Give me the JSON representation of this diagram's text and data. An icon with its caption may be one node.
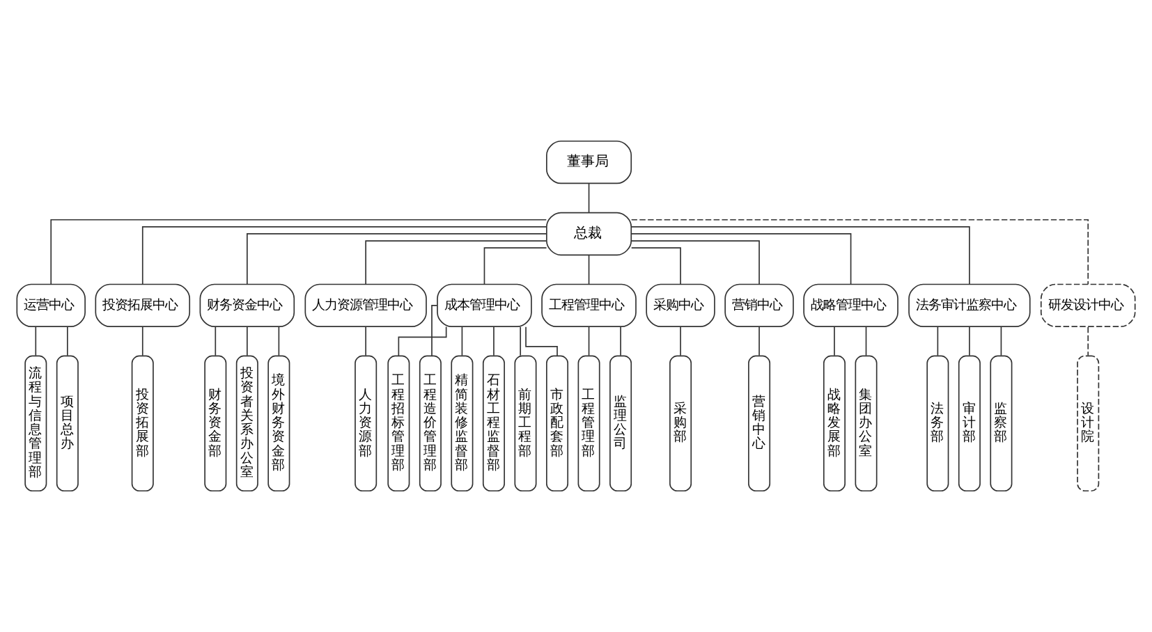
{
  "diagram": {
    "nodes": [
      {
        "text": [
          "董事局"
        ]
      },
      {
        "text": [
          "总裁"
        ]
      },
      {
        "text": [
          "运营中心"
        ]
      },
      {
        "text": [
          "投资拓展中心"
        ]
      },
      {
        "text": [
          "财务资金中心"
        ]
      },
      {
        "text": [
          "人力资源管理中心"
        ]
      },
      {
        "text": [
          "成本管理中心"
        ]
      },
      {
        "text": [
          "工程管理中心"
        ]
      },
      {
        "text": [
          "采购中心"
        ]
      },
      {
        "text": [
          "营销中心"
        ]
      },
      {
        "text": [
          "战略管理中心"
        ]
      },
      {
        "text": [
          "法务审计监察中心"
        ]
      },
      {
        "text": [
          "研发设计中心"
        ]
      },
      {
        "text": [
          "流程与信息管理部"
        ]
      },
      {
        "text": [
          "项目总办"
        ]
      },
      {
        "text": [
          "投资拓展部"
        ]
      },
      {
        "text": [
          "财务资金部"
        ]
      },
      {
        "text": [
          "投资者关系办公室"
        ]
      },
      {
        "text": [
          "境外财务资金部"
        ]
      },
      {
        "text": [
          "人力资源部"
        ]
      },
      {
        "text": [
          "工程招标管理部"
        ]
      },
      {
        "text": [
          "工程造价管理部"
        ]
      },
      {
        "text": [
          "精简装修监督部"
        ]
      },
      {
        "text": [
          "石材工程监督部"
        ]
      },
      {
        "text": [
          "前期工程部"
        ]
      },
      {
        "text": [
          "市政配套部"
        ]
      },
      {
        "text": [
          "工程管理部"
        ]
      },
      {
        "text": [
          "监理公司"
        ]
      },
      {
        "text": [
          "采购部"
        ]
      },
      {
        "text": [
          "营销中心"
        ]
      },
      {
        "text": [
          "战略发展部"
        ]
      },
      {
        "text": [
          "集团办公室"
        ]
      },
      {
        "text": [
          "法务部"
        ]
      },
      {
        "text": [
          "审计部"
        ]
      },
      {
        "text": [
          "监察部"
        ]
      },
      {
        "text": [
          "设计院"
        ]
      }
    ],
    "edges": [
      {
        "from": 0,
        "to": 1,
        "arrow": "none"
      },
      {
        "from": 1,
        "to": 2,
        "arrow": "none"
      },
      {
        "from": 1,
        "to": 3,
        "arrow": "none"
      },
      {
        "from": 1,
        "to": 4,
        "arrow": "none"
      },
      {
        "from": 1,
        "to": 5,
        "arrow": "none"
      },
      {
        "from": 1,
        "to": 6,
        "arrow": "none"
      },
      {
        "from": 1,
        "to": 7,
        "arrow": "none"
      },
      {
        "from": 1,
        "to": 8,
        "arrow": "none"
      },
      {
        "from": 1,
        "to": 9,
        "arrow": "none"
      },
      {
        "from": 1,
        "to": 10,
        "arrow": "none"
      },
      {
        "from": 1,
        "to": 11,
        "arrow": "none"
      },
      {
        "from": 1,
        "to": 12,
        "arrow": "none",
        "style": "dashed"
      },
      {
        "from": 2,
        "to": 13,
        "arrow": "none"
      },
      {
        "from": 2,
        "to": 14,
        "arrow": "none"
      },
      {
        "from": 3,
        "to": 15,
        "arrow": "none"
      },
      {
        "from": 4,
        "to": 16,
        "arrow": "none"
      },
      {
        "from": 4,
        "to": 17,
        "arrow": "none"
      },
      {
        "from": 4,
        "to": 18,
        "arrow": "none"
      },
      {
        "from": 5,
        "to": 19,
        "arrow": "none"
      },
      {
        "from": 6,
        "to": 20,
        "arrow": "none"
      },
      {
        "from": 6,
        "to": 21,
        "arrow": "none"
      },
      {
        "from": 6,
        "to": 22,
        "arrow": "none"
      },
      {
        "from": 6,
        "to": 23,
        "arrow": "none"
      },
      {
        "from": 6,
        "to": 24,
        "arrow": "none"
      },
      {
        "from": 6,
        "to": 25,
        "arrow": "none"
      },
      {
        "from": 7,
        "to": 26,
        "arrow": "none"
      },
      {
        "from": 7,
        "to": 27,
        "arrow": "none"
      },
      {
        "from": 8,
        "to": 28,
        "arrow": "none"
      },
      {
        "from": 9,
        "to": 29,
        "arrow": "none"
      },
      {
        "from": 10,
        "to": 30,
        "arrow": "none"
      },
      {
        "from": 10,
        "to": 31,
        "arrow": "none"
      },
      {
        "from": 11,
        "to": 32,
        "arrow": "none"
      },
      {
        "from": 11,
        "to": 33,
        "arrow": "none"
      },
      {
        "from": 11,
        "to": 34,
        "arrow": "none"
      },
      {
        "from": 12,
        "to": 35,
        "arrow": "none",
        "style": "dashed"
      }
    ]
  }
}
